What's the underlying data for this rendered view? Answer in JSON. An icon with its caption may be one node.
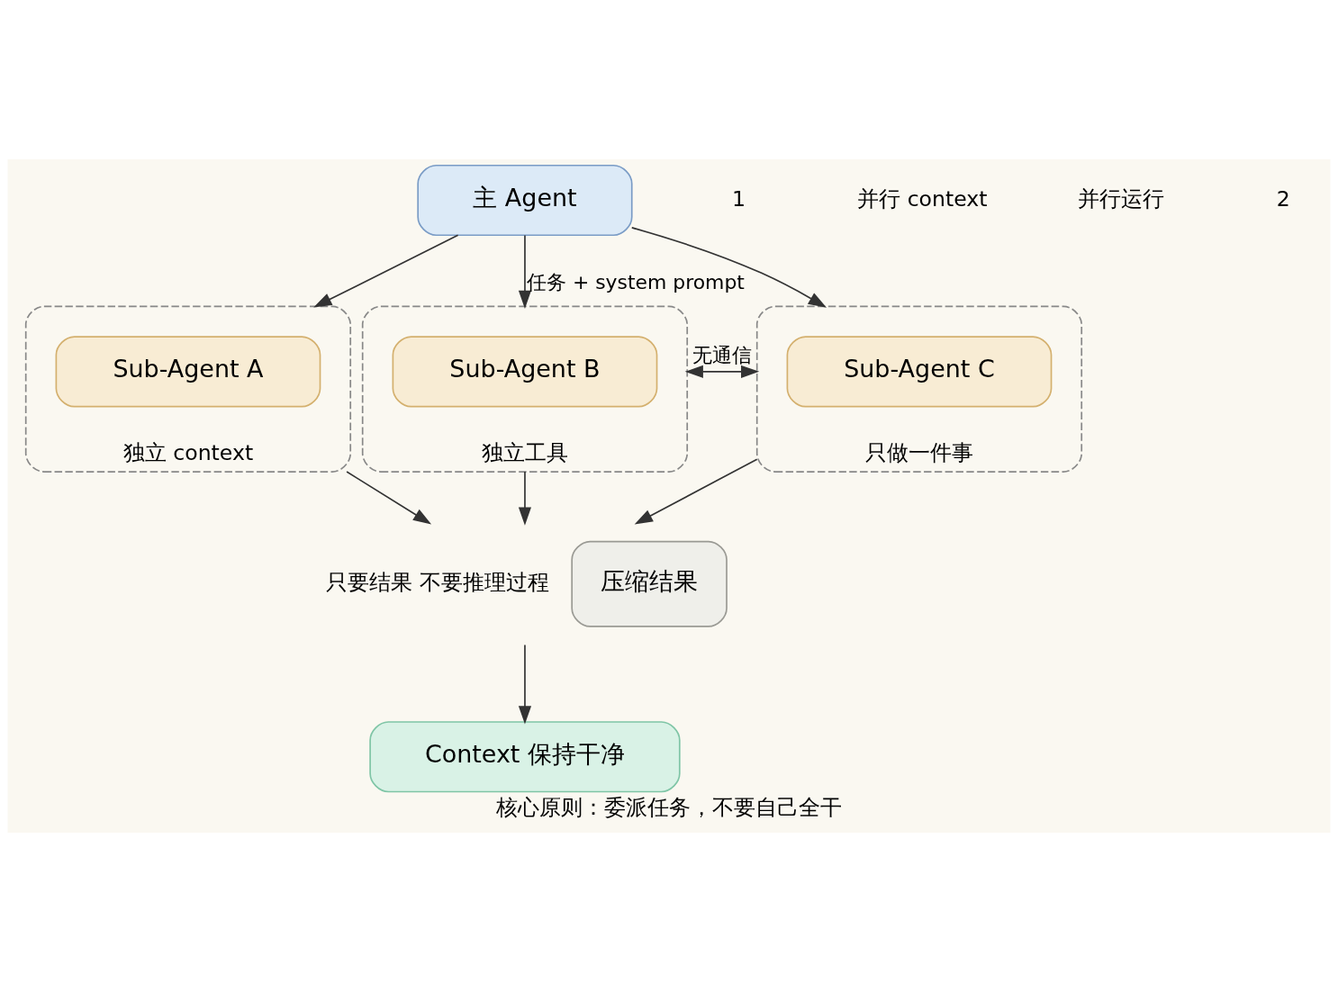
{
  "diagram": {
    "caption": "核心原则：委派任务，不要自己全干",
    "nodes": [
      {
        "text": [
          "主 Agent"
        ]
      },
      {
        "text": [
          "独立 context"
        ]
      },
      {
        "text": [
          "Sub-Agent A"
        ],
        "in": 1
      },
      {
        "text": [
          "独立工具"
        ]
      },
      {
        "text": [
          "Sub-Agent B"
        ],
        "in": 3
      },
      {
        "text": [
          "只做一件事"
        ]
      },
      {
        "text": [
          "Sub-Agent C"
        ],
        "in": 5
      },
      {
        "text": [
          "压缩结果"
        ],
        "beside": [
          "只要结果 不要推理过程"
        ]
      },
      {
        "text": [
          "Context 保持干净"
        ]
      }
    ],
    "edges": [
      {
        "from": 0,
        "to": 1,
        "arrow": "to"
      },
      {
        "from": 0,
        "to": 3,
        "arrow": "to",
        "label": "任务 + system prompt"
      },
      {
        "from": 0,
        "to": 5,
        "arrow": "to"
      },
      {
        "from": 3,
        "to": 5,
        "arrow": "both",
        "label": "无通信"
      },
      {
        "from": 1,
        "to": 7,
        "arrow": "to"
      },
      {
        "from": 3,
        "to": 7,
        "arrow": "to"
      },
      {
        "from": 5,
        "to": 7,
        "arrow": "to"
      },
      {
        "from": 7,
        "to": 8,
        "arrow": "to"
      }
    ],
    "labels": [
      "1",
      "并行 context",
      "并行运行",
      "2"
    ]
  }
}
